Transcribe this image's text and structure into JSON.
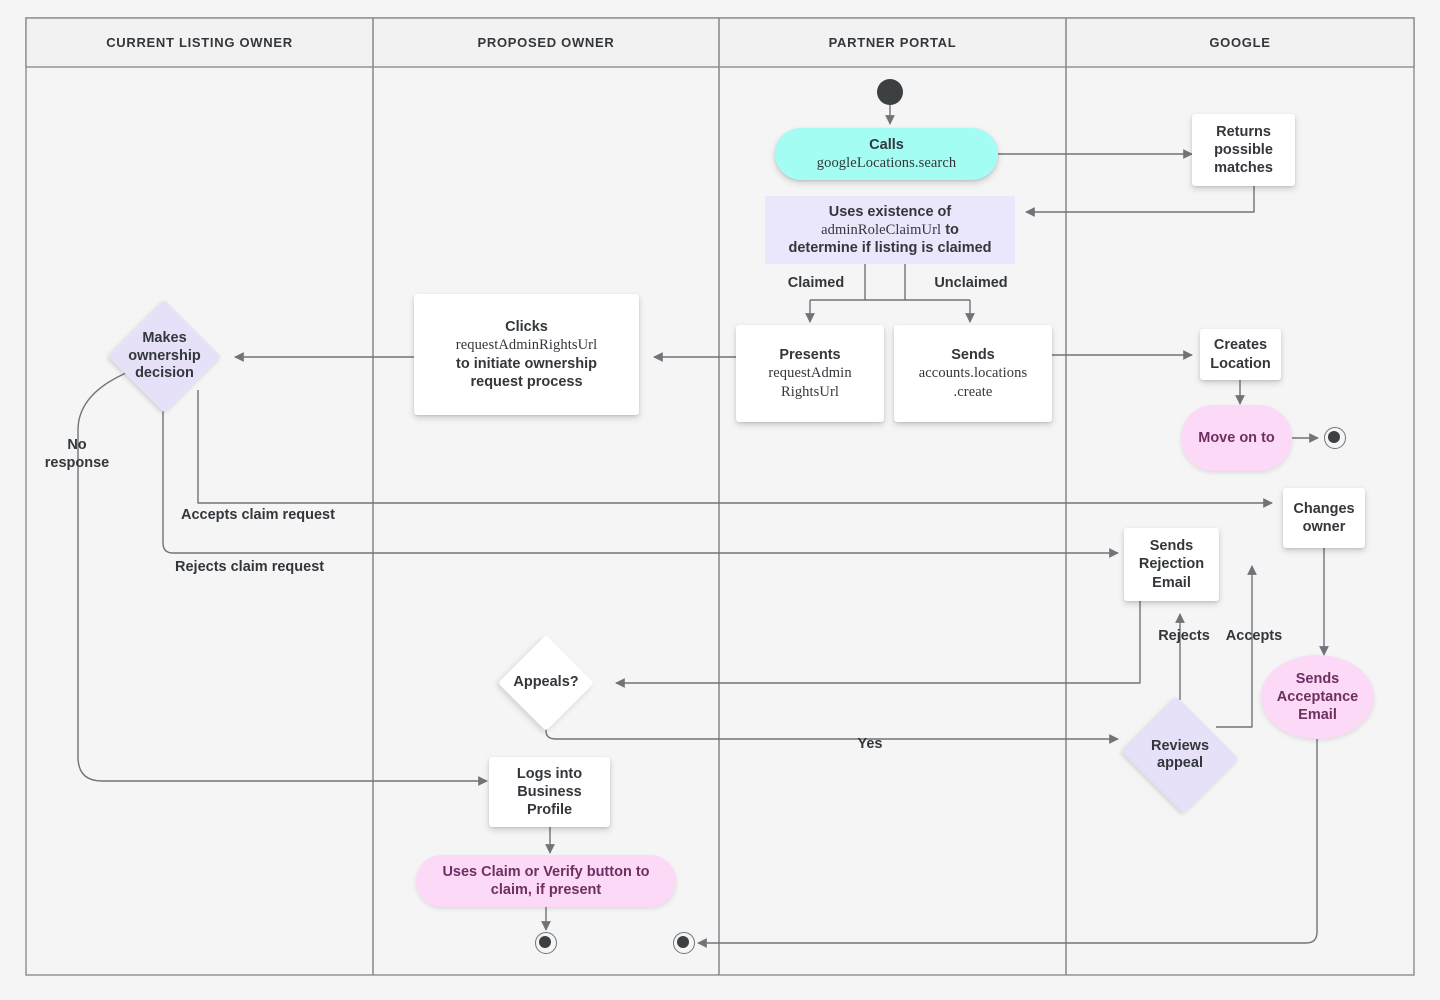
{
  "diagram": {
    "title": "Business Profile listing ownership transfer flow",
    "type": "swimlane-flowchart",
    "background": "#f5f5f5",
    "colors": {
      "lane_header_bg": "#f2f2f2",
      "lane_border": "#8a8d91",
      "edge": "#6f7479",
      "rect_fill": "#ffffff",
      "cyan_fill": "#a4fdf3",
      "pink_fill": "#fcd9f7",
      "purple_fill": "#e6e1f8",
      "flat_purple_fill": "#eae6fb",
      "text": "#33373b"
    }
  },
  "lanes": [
    {
      "id": "current-listing-owner",
      "label": "CURRENT LISTING OWNER"
    },
    {
      "id": "proposed-owner",
      "label": "PROPOSED OWNER"
    },
    {
      "id": "partner-portal",
      "label": "PARTNER PORTAL"
    },
    {
      "id": "google",
      "label": "GOOGLE"
    }
  ],
  "nodes": {
    "calls_search": {
      "line1": "Calls",
      "line2": "googleLocations.search"
    },
    "returns_matches": {
      "text": "Returns\npossible\nmatches"
    },
    "uses_existence": {
      "line1": "Uses existence of",
      "line2": "adminRoleClaimUrl",
      "line2b": " to",
      "line3": "determine if listing is claimed"
    },
    "presents_url": {
      "line1": "Presents",
      "line2": "requestAdmin",
      "line3": "RightsUrl"
    },
    "sends_create": {
      "line1": "Sends",
      "line2": "accounts.locations",
      "line3": ".create"
    },
    "creates_location": {
      "text": "Creates\nLocation"
    },
    "move_on_to": {
      "text": "Move on to"
    },
    "clicks_request": {
      "line1": "Clicks",
      "line2": "requestAdminRightsUrl",
      "line3": "to initiate ownership",
      "line4": "request process"
    },
    "makes_decision": {
      "text": "Makes\nownership\ndecision"
    },
    "changes_owner": {
      "text": "Changes\nowner"
    },
    "sends_rejection": {
      "text": "Sends\nRejection\nEmail"
    },
    "sends_acceptance": {
      "text": "Sends\nAcceptance\nEmail"
    },
    "appeals": {
      "text": "Appeals?"
    },
    "reviews_appeal": {
      "text": "Reviews\nappeal"
    },
    "logs_into": {
      "text": "Logs into\nBusiness\nProfile"
    },
    "uses_claim_verify": {
      "text": "Uses Claim or Verify button to\nclaim, if present"
    }
  },
  "edge_labels": {
    "claimed": "Claimed",
    "unclaimed": "Unclaimed",
    "no_response": "No\nresponse",
    "accepts_claim_request": "Accepts claim request",
    "rejects_claim_request": "Rejects claim request",
    "rejects": "Rejects",
    "accepts": "Accepts",
    "yes": "Yes"
  }
}
